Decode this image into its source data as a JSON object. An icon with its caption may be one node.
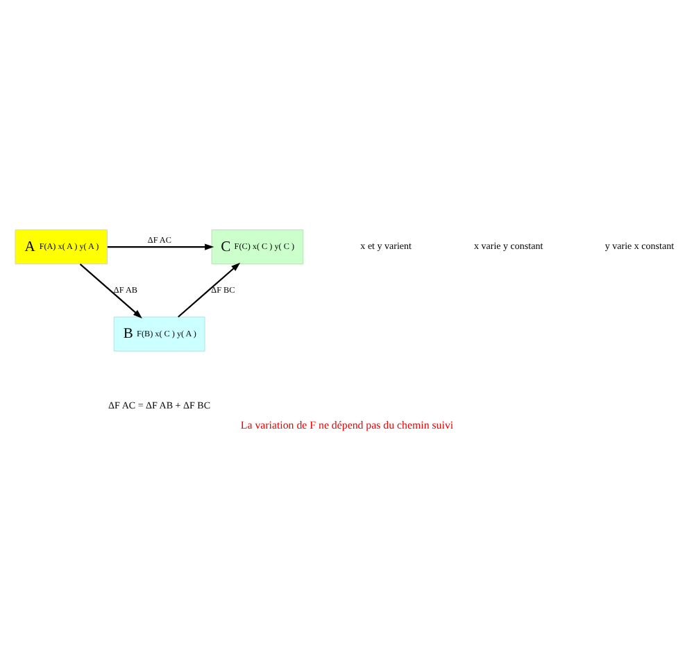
{
  "diagram": {
    "caption": "La variation de F ne dépend pas du chemin suivi",
    "nodes": [
      {
        "text": [
          "A",
          "F(A) x( A ) y( A )"
        ]
      },
      {
        "text": [
          "C",
          "F(C) x( C ) y( C )"
        ]
      },
      {
        "text": [
          "B",
          "F(B) x( C ) y( A )"
        ]
      }
    ],
    "edges": [
      {
        "from": 0,
        "to": 1,
        "arrow": "to",
        "label": "ΔF AC"
      },
      {
        "from": 0,
        "to": 2,
        "arrow": "to",
        "label": "ΔF AB"
      },
      {
        "from": 2,
        "to": 1,
        "arrow": "to",
        "label": "ΔF BC"
      }
    ],
    "labels": [
      "x et y varient",
      "x varie y constant",
      "y varie x constant",
      "ΔF AC = ΔF AB + ΔF BC"
    ]
  }
}
